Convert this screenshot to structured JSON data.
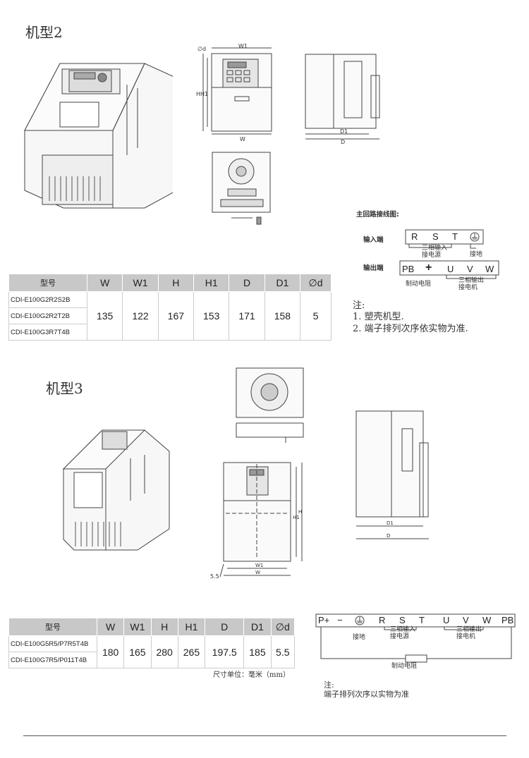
{
  "model2": {
    "title": "机型2",
    "table": {
      "headers": [
        "型号",
        "W",
        "W1",
        "H",
        "H1",
        "D",
        "D1",
        "∅d"
      ],
      "models": [
        "CDI-E100G2R2S2B",
        "CDI-E100G2R2T2B",
        "CDI-E100G3R7T4B"
      ],
      "values": [
        "135",
        "122",
        "167",
        "153",
        "171",
        "158",
        "5"
      ]
    },
    "drawing_labels": {
      "phi_d": "∅d",
      "W1": "W1",
      "H": "H",
      "H1": "H1",
      "W": "W",
      "D1": "D1",
      "D": "D"
    },
    "wiring": {
      "title": "主回路接线图:",
      "input_label": "输入端",
      "input_terminals": [
        "R",
        "S",
        "T"
      ],
      "input_note": "三相输入\n接电源",
      "ground_note": "接地",
      "output_label": "输出端",
      "output_terminals": [
        "PB",
        "+",
        "U",
        "V",
        "W"
      ],
      "brake_note": "制动电阻",
      "motor_note": "三相输出\n接电机"
    },
    "notes": {
      "heading": "注:",
      "items": [
        "1. 塑壳机型.",
        "2. 端子排列次序依实物为准."
      ]
    }
  },
  "model3": {
    "title": "机型3",
    "table": {
      "headers": [
        "型号",
        "W",
        "W1",
        "H",
        "H1",
        "D",
        "D1",
        "∅d"
      ],
      "models": [
        "CDI-E100G5R5/P7R5T4B",
        "CDI-E100G7R5/P011T4B"
      ],
      "values": [
        "180",
        "165",
        "280",
        "265",
        "197.5",
        "185",
        "5.5"
      ]
    },
    "drawing_labels": {
      "dim_55": "5.5",
      "W1": "W1",
      "W": "W",
      "H": "H",
      "H1": "H1",
      "D1": "D1",
      "D": "D"
    },
    "wiring": {
      "terminals": [
        "P+",
        "−",
        "R",
        "S",
        "T",
        "U",
        "V",
        "W",
        "PB"
      ],
      "ground_note": "接地",
      "input_note": "三相输入\n接电源",
      "motor_note": "三相输出\n接电机",
      "brake_note": "制动电阻"
    },
    "unit_note": "尺寸单位：毫米（mm）",
    "notes": {
      "heading": "注:",
      "items": [
        "端子排列次序以实物为准"
      ]
    }
  }
}
